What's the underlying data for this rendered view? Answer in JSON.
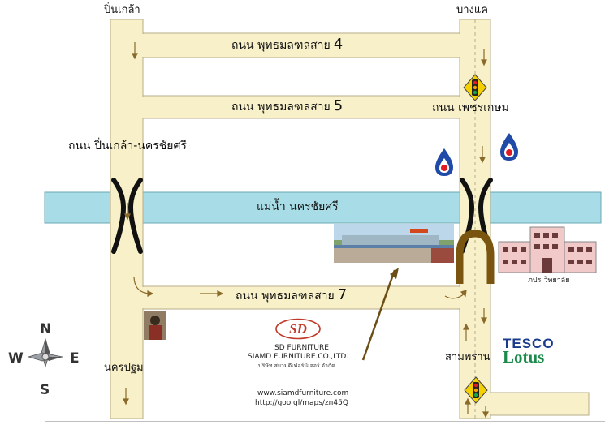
{
  "labels": {
    "pinklao_top": "ปิ่นเกล้า",
    "bangkhae_top": "บางแค",
    "road_4": "ถนน พุทธมลฑลสาย",
    "road_4_num": "4",
    "road_5": "ถนน พุทธมลฑลสาย",
    "road_5_num": "5",
    "road_7": "ถนน พุทธมลฑลสาย",
    "road_7_num": "7",
    "petchkasem": "ถนน เพชรเกษม",
    "pinklao_nakhonchaisi": "ถนน ปิ่นเกล้า-นครชัยศรี",
    "river": "แม่น้ำ นครชัยศรี",
    "nakhon_pathom": "นครปฐม",
    "sam_phran": "สามพราน",
    "school": "ภปร วิทยาลัย"
  },
  "company": {
    "logo_text": "SD",
    "name_en": "SD FURNITURE",
    "name_full": "SIAMD FURNITURE.CO.,LTD.",
    "name_th": "บริษัท สยามดีเฟอร์นิเจอร์ จำกัด",
    "website": "www.siamdfurniture.com",
    "map_link": "http://goo.gl/maps/zn45Q"
  },
  "store": {
    "brand_top": "TESCO",
    "brand_bottom": "Lotus"
  },
  "compass": {
    "north": "N",
    "south": "S",
    "east": "E",
    "west": "W"
  },
  "colors": {
    "road_fill": "#f8f0c8",
    "road_stroke": "#b7ad8a",
    "river_fill": "#a8dce6",
    "bridge": "#111111",
    "arrow": "#8a6a2a",
    "gas_red": "#e01b24",
    "gas_blue": "#1f4aa8",
    "school_fill": "#f1c9c9"
  },
  "icons": [
    "traffic-light-icon",
    "gas-station-icon",
    "bridge-icon",
    "u-turn-icon",
    "compass-icon",
    "building-icon"
  ]
}
